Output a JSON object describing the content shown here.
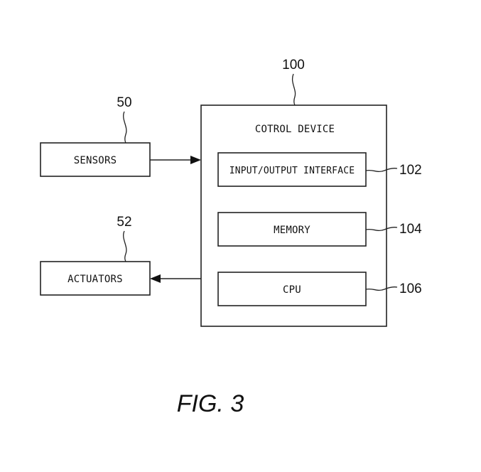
{
  "diagram": {
    "control_device": {
      "ref": "100",
      "title": "COTROL DEVICE",
      "io_interface": {
        "label": "INPUT/OUTPUT INTERFACE",
        "ref": "102"
      },
      "memory": {
        "label": "MEMORY",
        "ref": "104"
      },
      "cpu": {
        "label": "CPU",
        "ref": "106"
      }
    },
    "sensors": {
      "label": "SENSORS",
      "ref": "50"
    },
    "actuators": {
      "label": "ACTUATORS",
      "ref": "52"
    }
  },
  "figure_caption": "FIG. 3"
}
